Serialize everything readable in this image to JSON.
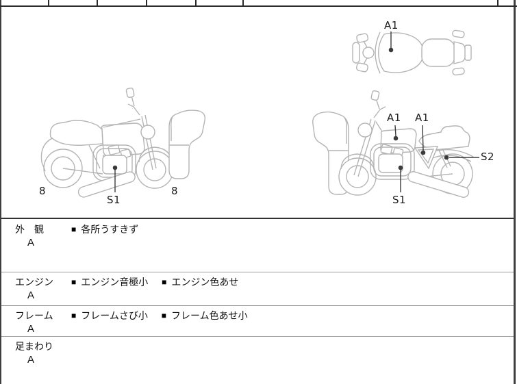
{
  "diagram": {
    "stroke_color": "#b4b4b4",
    "marker_color": "#3a3a3a",
    "labels": {
      "top_a1": "A1",
      "left_8_left": "8",
      "left_s1": "S1",
      "left_8_right": "8",
      "right_a1_tank": "A1",
      "right_a1_frame": "A1",
      "right_s2": "S2",
      "right_s1": "S1"
    }
  },
  "ui": {
    "bullet": "■"
  },
  "inspection": {
    "rows": [
      {
        "category": "外　観",
        "grade": "A",
        "notes": [
          "各所うすきず"
        ]
      },
      {
        "category": "エンジン",
        "grade": "A",
        "notes": [
          "エンジン音極小",
          "エンジン色あせ"
        ]
      },
      {
        "category": "フレーム",
        "grade": "A",
        "notes": [
          "フレームさび小",
          "フレーム色あせ小"
        ]
      },
      {
        "category": "足まわり",
        "grade": "A",
        "notes": []
      }
    ]
  }
}
